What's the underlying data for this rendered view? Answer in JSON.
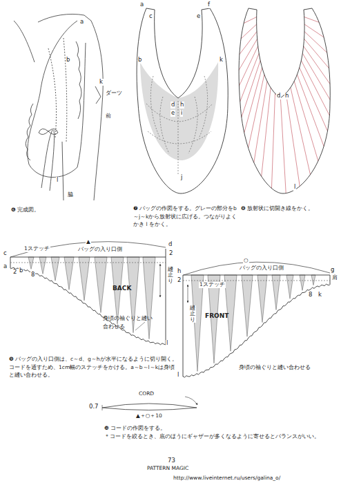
{
  "diagram": {
    "labels": [
      "a",
      "b",
      "k",
      "ダーツ",
      "前",
      "l",
      "脇",
      "❻ 完成図。",
      "a",
      "c",
      "b",
      "f",
      "e",
      "k",
      "d",
      "h",
      "e",
      "i",
      "j",
      "❼ バッグの作図をする。グレーの部分をb～j～kから放射状に広げる。つながりよくかき l をかく。",
      "d",
      "h",
      "l",
      "❽ 放射状に切開き線をかく。",
      "▲",
      "1ステッチ",
      "バッグの入り口側",
      "c",
      "d",
      "2",
      "b",
      "a",
      "8",
      "2",
      "BACK",
      "縫止り",
      "身頃の袖ぐりと縫い合わせる",
      "l",
      "○",
      "h",
      "2",
      "1ステッチ",
      "バッグの入り口側",
      "g",
      "肩",
      "8",
      "k",
      "縫止り",
      "FRONT",
      "身頃の袖ぐりと縫い合わせる",
      "l",
      "❾ バッグの入り口側は、c～d、g～hが水平になるように切り開く。コードを通すため、1cm幅のステッチをかける。a～b～l～kは身頃と縫い合わせる。",
      "CORD",
      "▲＋○＋10",
      "0.7",
      "❿ コードの作図をする。",
      "＊コードを絞るとき、底のほうにギャザーが多くなるように寄せるとバランスがいい。",
      "73",
      "PATTERN MAGIC",
      "http://www.liveinternet.ru/users/galina_o/"
    ]
  }
}
